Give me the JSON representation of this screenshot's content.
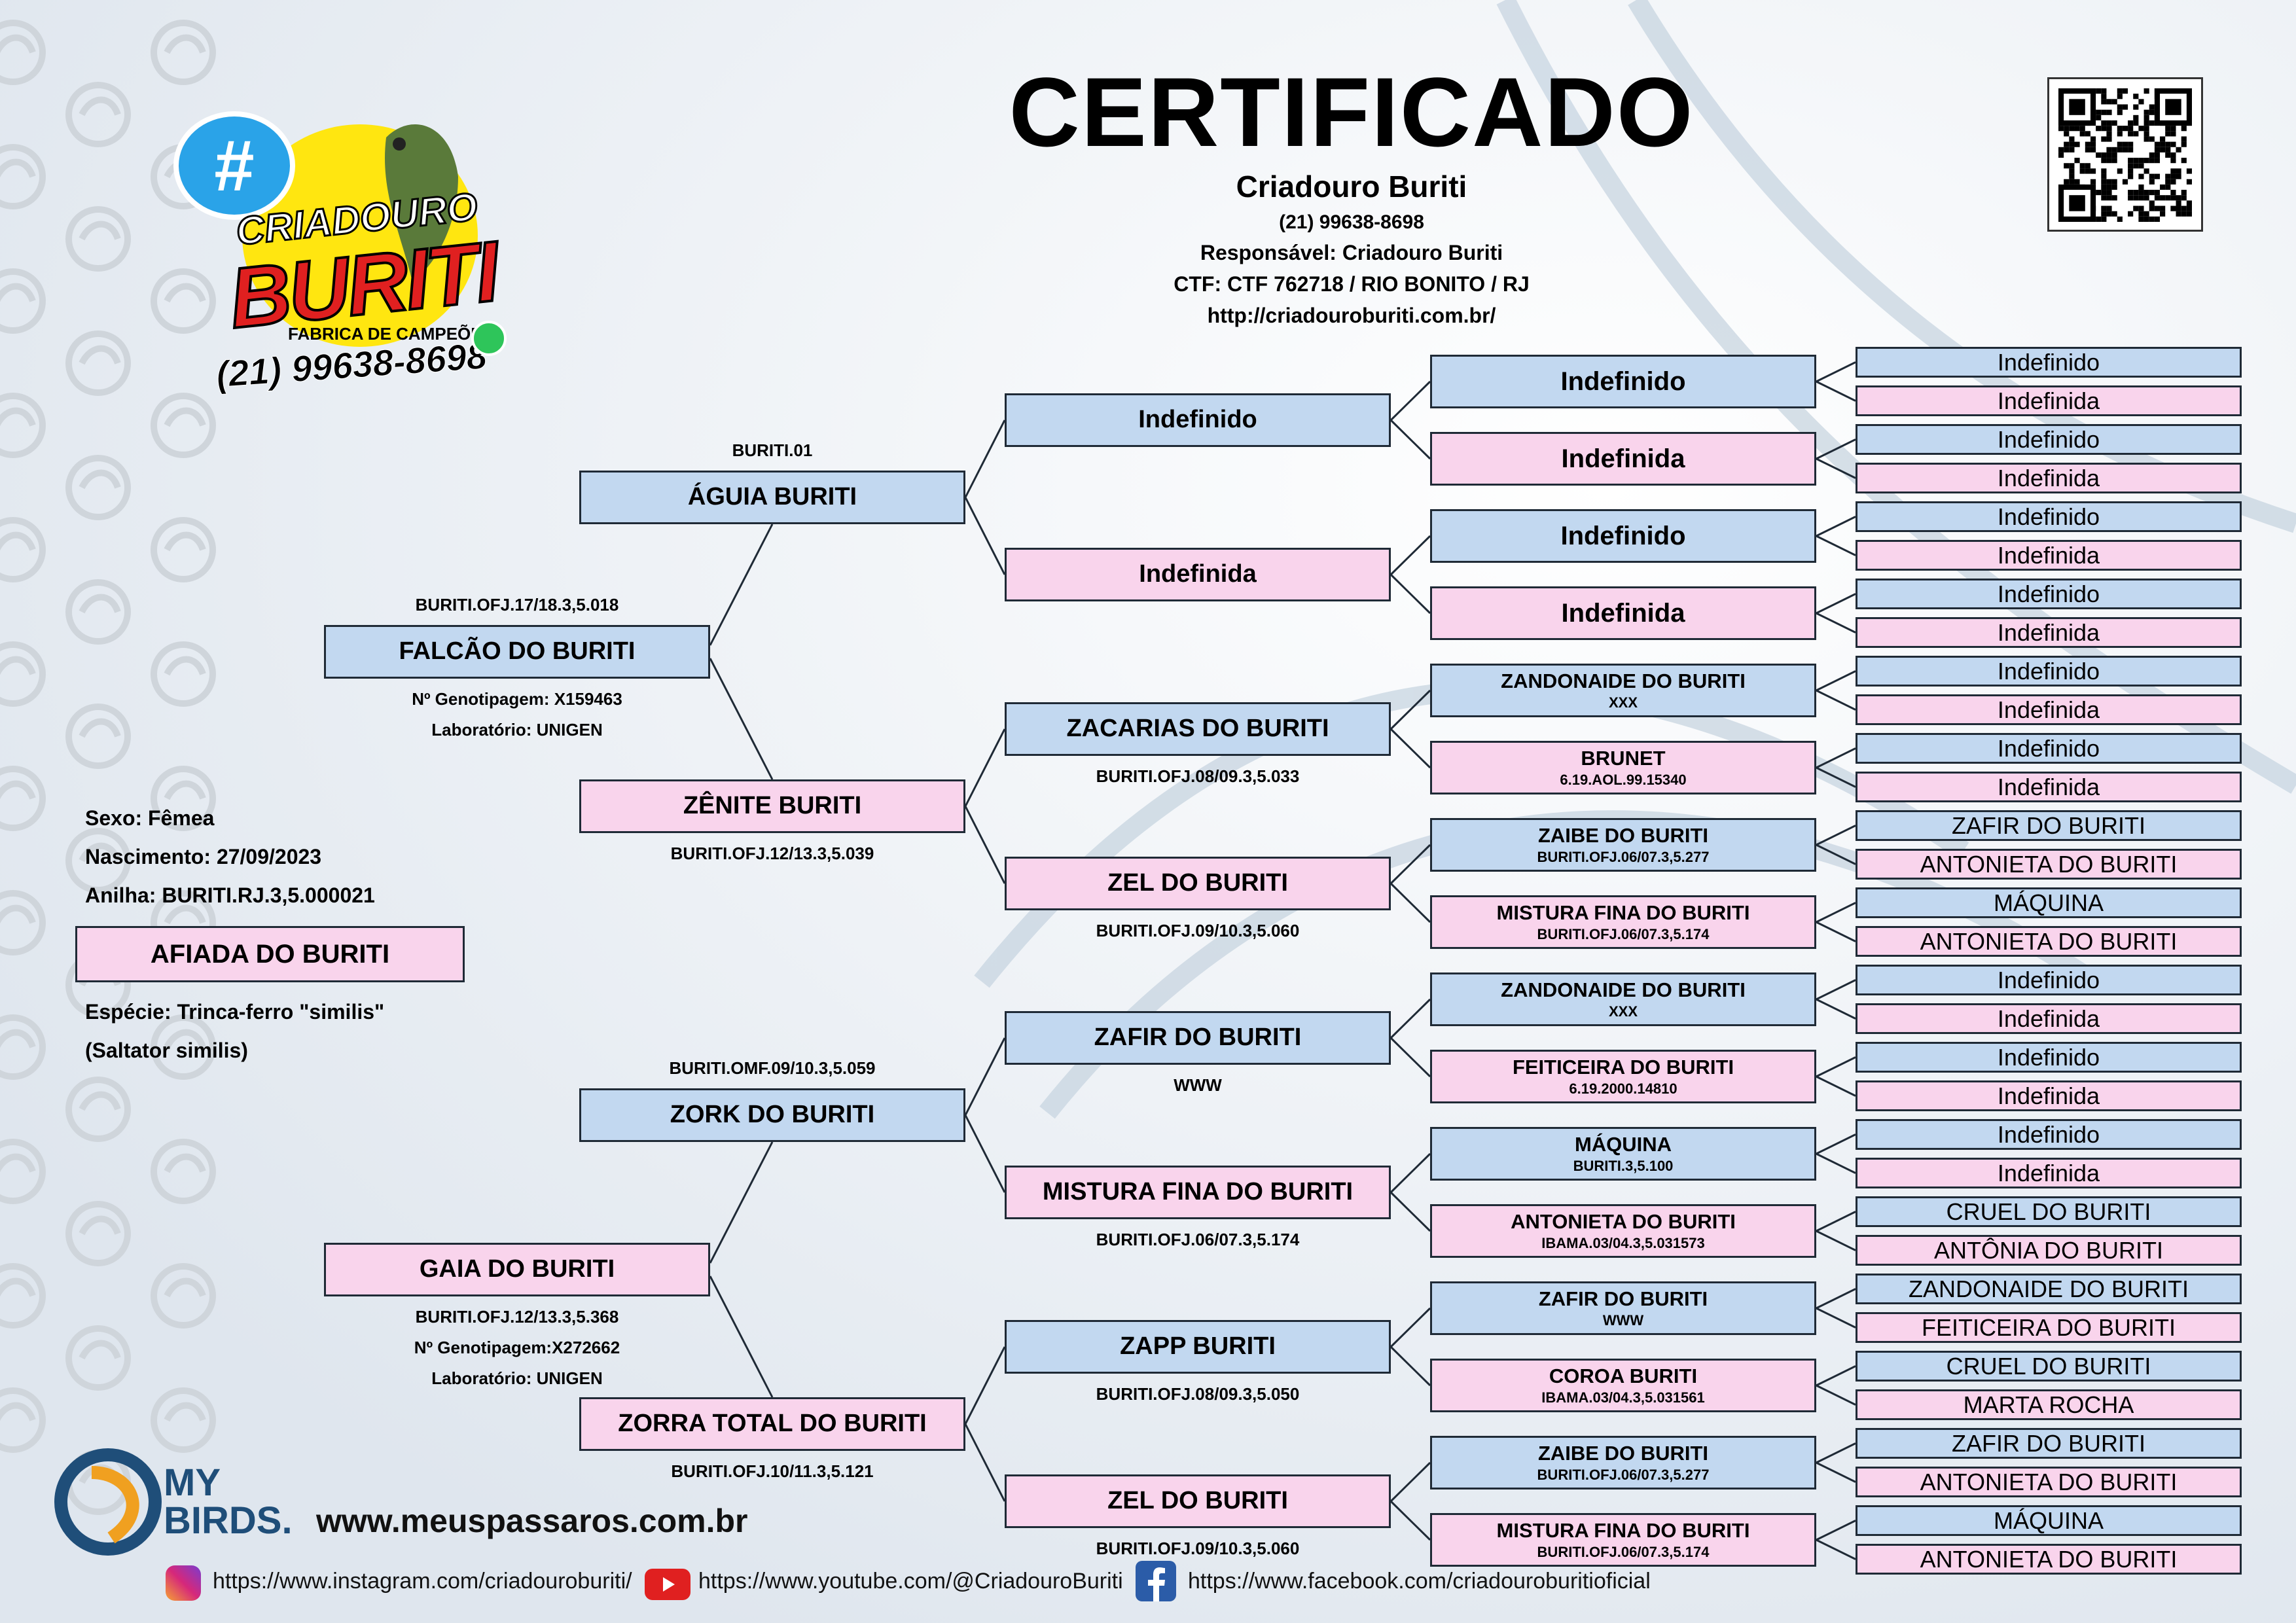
{
  "header": {
    "title": "CERTIFICADO",
    "breeder": "Criadouro Buriti",
    "phone": "(21) 99638-8698",
    "responsible": "Responsável: Criadouro Buriti",
    "ctf": "CTF: CTF 762718 / RIO BONITO / RJ",
    "website": "http://criadouroburiti.com.br/"
  },
  "logo": {
    "line1": "CRIADOURO",
    "line2": "BURITI",
    "line3": "FABRICA DE CAMPEÕES",
    "phone": "(21) 99638-8698",
    "hash": "#"
  },
  "bird": {
    "sexo": "Sexo: Fêmea",
    "nascimento": "Nascimento: 27/09/2023",
    "anilha": "Anilha: BURITI.RJ.3,5.000021",
    "name": "AFIADA DO BURITI",
    "especie": "Espécie: Trinca-ferro \"similis\"",
    "cientifico": "(Saltator similis)"
  },
  "pedigree": {
    "father": {
      "name": "FALCÃO DO BURITI",
      "ring": "BURITI.OFJ.17/18.3,5.018",
      "genotipagem": "Nº Genotipagem: X159463",
      "lab": "Laboratório: UNIGEN"
    },
    "mother": {
      "name": "GAIA DO BURITI",
      "ring": "BURITI.OFJ.12/13.3,5.368",
      "genotipagem": "Nº Genotipagem:X272662",
      "lab": "Laboratório: UNIGEN"
    },
    "gen2": [
      {
        "name": "ÁGUIA BURITI",
        "code": "BURITI.01"
      },
      {
        "name": "ZÊNITE BURITI",
        "code": "BURITI.OFJ.12/13.3,5.039"
      },
      {
        "name": "ZORK DO BURITI",
        "code": "BURITI.OMF.09/10.3,5.059"
      },
      {
        "name": "ZORRA TOTAL DO BURITI",
        "code": "BURITI.OFJ.10/11.3,5.121"
      }
    ],
    "gen3": [
      {
        "name": "Indefinido",
        "code": ""
      },
      {
        "name": "Indefinida",
        "code": ""
      },
      {
        "name": "ZACARIAS DO BURITI",
        "code": "BURITI.OFJ.08/09.3,5.033"
      },
      {
        "name": "ZEL DO BURITI",
        "code": "BURITI.OFJ.09/10.3,5.060"
      },
      {
        "name": "ZAFIR DO BURITI",
        "code": "WWW"
      },
      {
        "name": "MISTURA FINA DO BURITI",
        "code": "BURITI.OFJ.06/07.3,5.174"
      },
      {
        "name": "ZAPP BURITI",
        "code": "BURITI.OFJ.08/09.3,5.050"
      },
      {
        "name": "ZEL DO BURITI",
        "code": "BURITI.OFJ.09/10.3,5.060"
      }
    ],
    "gen4": [
      {
        "name": "Indefinido",
        "code": ""
      },
      {
        "name": "Indefinida",
        "code": ""
      },
      {
        "name": "Indefinido",
        "code": ""
      },
      {
        "name": "Indefinida",
        "code": ""
      },
      {
        "name": "ZANDONAIDE DO BURITI",
        "code": "XXX"
      },
      {
        "name": "BRUNET",
        "code": "6.19.AOL.99.15340"
      },
      {
        "name": "ZAIBE DO BURITI",
        "code": "BURITI.OFJ.06/07.3,5.277"
      },
      {
        "name": "MISTURA FINA DO BURITI",
        "code": "BURITI.OFJ.06/07.3,5.174"
      },
      {
        "name": "ZANDONAIDE DO BURITI",
        "code": "XXX"
      },
      {
        "name": "FEITICEIRA DO BURITI",
        "code": "6.19.2000.14810"
      },
      {
        "name": "MÁQUINA",
        "code": "BURITI.3,5.100"
      },
      {
        "name": "ANTONIETA DO BURITI",
        "code": "IBAMA.03/04.3,5.031573"
      },
      {
        "name": "ZAFIR DO BURITI",
        "code": "WWW"
      },
      {
        "name": "COROA BURITI",
        "code": "IBAMA.03/04.3,5.031561"
      },
      {
        "name": "ZAIBE DO BURITI",
        "code": "BURITI.OFJ.06/07.3,5.277"
      },
      {
        "name": "MISTURA FINA DO BURITI",
        "code": "BURITI.OFJ.06/07.3,5.174"
      }
    ],
    "gen5": [
      "Indefinido",
      "Indefinida",
      "Indefinido",
      "Indefinida",
      "Indefinido",
      "Indefinida",
      "Indefinido",
      "Indefinida",
      "Indefinido",
      "Indefinida",
      "Indefinido",
      "Indefinida",
      "ZAFIR DO BURITI",
      "ANTONIETA DO BURITI",
      "MÁQUINA",
      "ANTONIETA DO BURITI",
      "Indefinido",
      "Indefinida",
      "Indefinido",
      "Indefinida",
      "Indefinido",
      "Indefinida",
      "CRUEL DO BURITI",
      "ANTÔNIA DO BURITI",
      "ZANDONAIDE DO BURITI",
      "FEITICEIRA DO BURITI",
      "CRUEL DO BURITI",
      "MARTA ROCHA",
      "ZAFIR DO BURITI",
      "ANTONIETA DO BURITI",
      "MÁQUINA",
      "ANTONIETA DO BURITI"
    ]
  },
  "footer": {
    "brand1": "MY",
    "brand2": "BIRDS.",
    "site": "www.meuspassaros.com.br",
    "instagram": "https://www.instagram.com/criadouroburiti/",
    "youtube": "https://www.youtube.com/@CriadouroBuriti",
    "facebook": "https://www.facebook.com/criadouroburitioficial"
  },
  "colors": {
    "male": "#c2d8f0",
    "female": "#f9d4ec",
    "border": "#1f2a36"
  }
}
